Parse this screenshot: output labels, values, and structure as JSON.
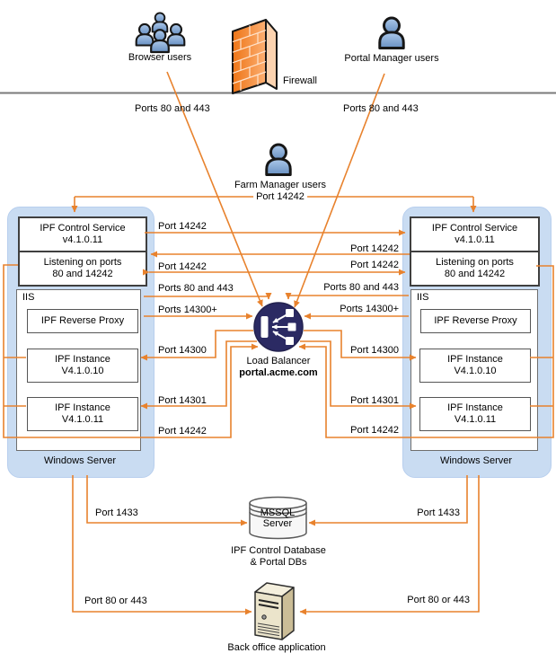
{
  "actors": {
    "browser_users": "Browser users",
    "firewall": "Firewall",
    "portal_manager_users": "Portal Manager users",
    "farm_manager_users": "Farm Manager users"
  },
  "ports": {
    "top_left": "Ports 80 and 443",
    "top_right": "Ports 80 and 443",
    "farm_manager": "Port 14242",
    "left_cs": "Port 14242",
    "right_listen_out": "Port 14242",
    "left_listen": "Port 14242",
    "right_listen": "Port 14242",
    "left_http": "Ports 80 and 443",
    "right_http": "Ports 80 and 443",
    "left_proxy": "Ports 14300+",
    "right_proxy": "Ports 14300+",
    "left_i10": "Port 14300",
    "right_i10": "Port 14300",
    "left_i11": "Port 14301",
    "right_i11": "Port 14301",
    "left_bottom": "Port 14242",
    "right_bottom": "Port 14242",
    "sql_left": "Port 1433",
    "sql_right": "Port 1433",
    "backoffice_left": "Port 80 or 443",
    "backoffice_right": "Port 80 or 443"
  },
  "server_left": {
    "control_service": "IPF Control Service",
    "control_version": "v4.1.0.11",
    "listening_line1": "Listening on ports",
    "listening_line2": "80 and 14242",
    "iis": "IIS",
    "reverse_proxy": "IPF Reverse Proxy",
    "instance1_line1": "IPF Instance",
    "instance1_line2": "V4.1.0.10",
    "instance2_line1": "IPF Instance",
    "instance2_line2": "V4.1.0.11",
    "caption": "Windows Server"
  },
  "server_right": {
    "control_service": "IPF Control Service",
    "control_version": "v4.1.0.11",
    "listening_line1": "Listening on ports",
    "listening_line2": "80 and 14242",
    "iis": "IIS",
    "reverse_proxy": "IPF Reverse Proxy",
    "instance1_line1": "IPF Instance",
    "instance1_line2": "V4.1.0.10",
    "instance2_line1": "IPF Instance",
    "instance2_line2": "V4.1.0.11",
    "caption": "Windows Server"
  },
  "load_balancer": {
    "label": "Load Balancer",
    "hostname": "portal.acme.com"
  },
  "database": {
    "name_line1": "MSSQL",
    "name_line2": "Server",
    "caption_line1": "IPF Control Database",
    "caption_line2": "& Portal DBs"
  },
  "backoffice": {
    "caption": "Back office application"
  },
  "colors": {
    "connector": "#E8822D",
    "server_box": "#C9DCF2",
    "load_balancer": "#2B2A63",
    "firewall": "#F07C1F"
  }
}
